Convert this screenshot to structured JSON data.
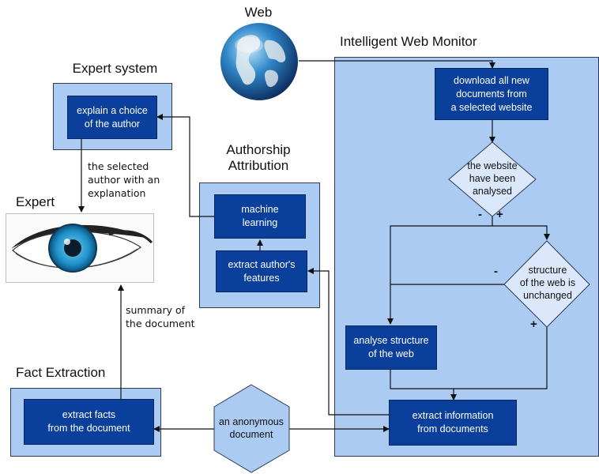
{
  "titles": {
    "web": "Web",
    "monitor": "Intelligent Web Monitor",
    "expert_system": "Expert system",
    "authorship": "Authorship\nAttribution",
    "expert": "Expert",
    "fact_extraction": "Fact Extraction"
  },
  "nodes": {
    "download": "download all new\ndocuments from\na selected website",
    "explain_choice": "explain a choice\nof the author",
    "machine_learning": "machine\nlearning",
    "extract_features": "extract author's\nfeatures",
    "analyse_structure": "analyse structure\nof the web",
    "extract_information": "extract information\nfrom documents",
    "extract_facts": "extract facts\nfrom the document",
    "anonymous_document": "an anonymous\ndocument"
  },
  "decisions": {
    "website_analysed": "the website\nhave been\nanalysed",
    "structure_unchanged": "structure\nof the web is\nunchanged"
  },
  "signs": {
    "minus1": "-",
    "plus1": "+",
    "minus2": "-",
    "plus2": "+"
  },
  "notes": {
    "selected_author": "the selected\nauthor with an\nexplanation",
    "summary": "summary of\nthe document"
  },
  "colors": {
    "panel": "#abcbf3",
    "node": "#0a3f9c",
    "diamond": "#dbe8fb",
    "hexagon": "#abcbf3"
  },
  "icons": {
    "globe": "globe-icon",
    "eye": "eye-icon"
  }
}
